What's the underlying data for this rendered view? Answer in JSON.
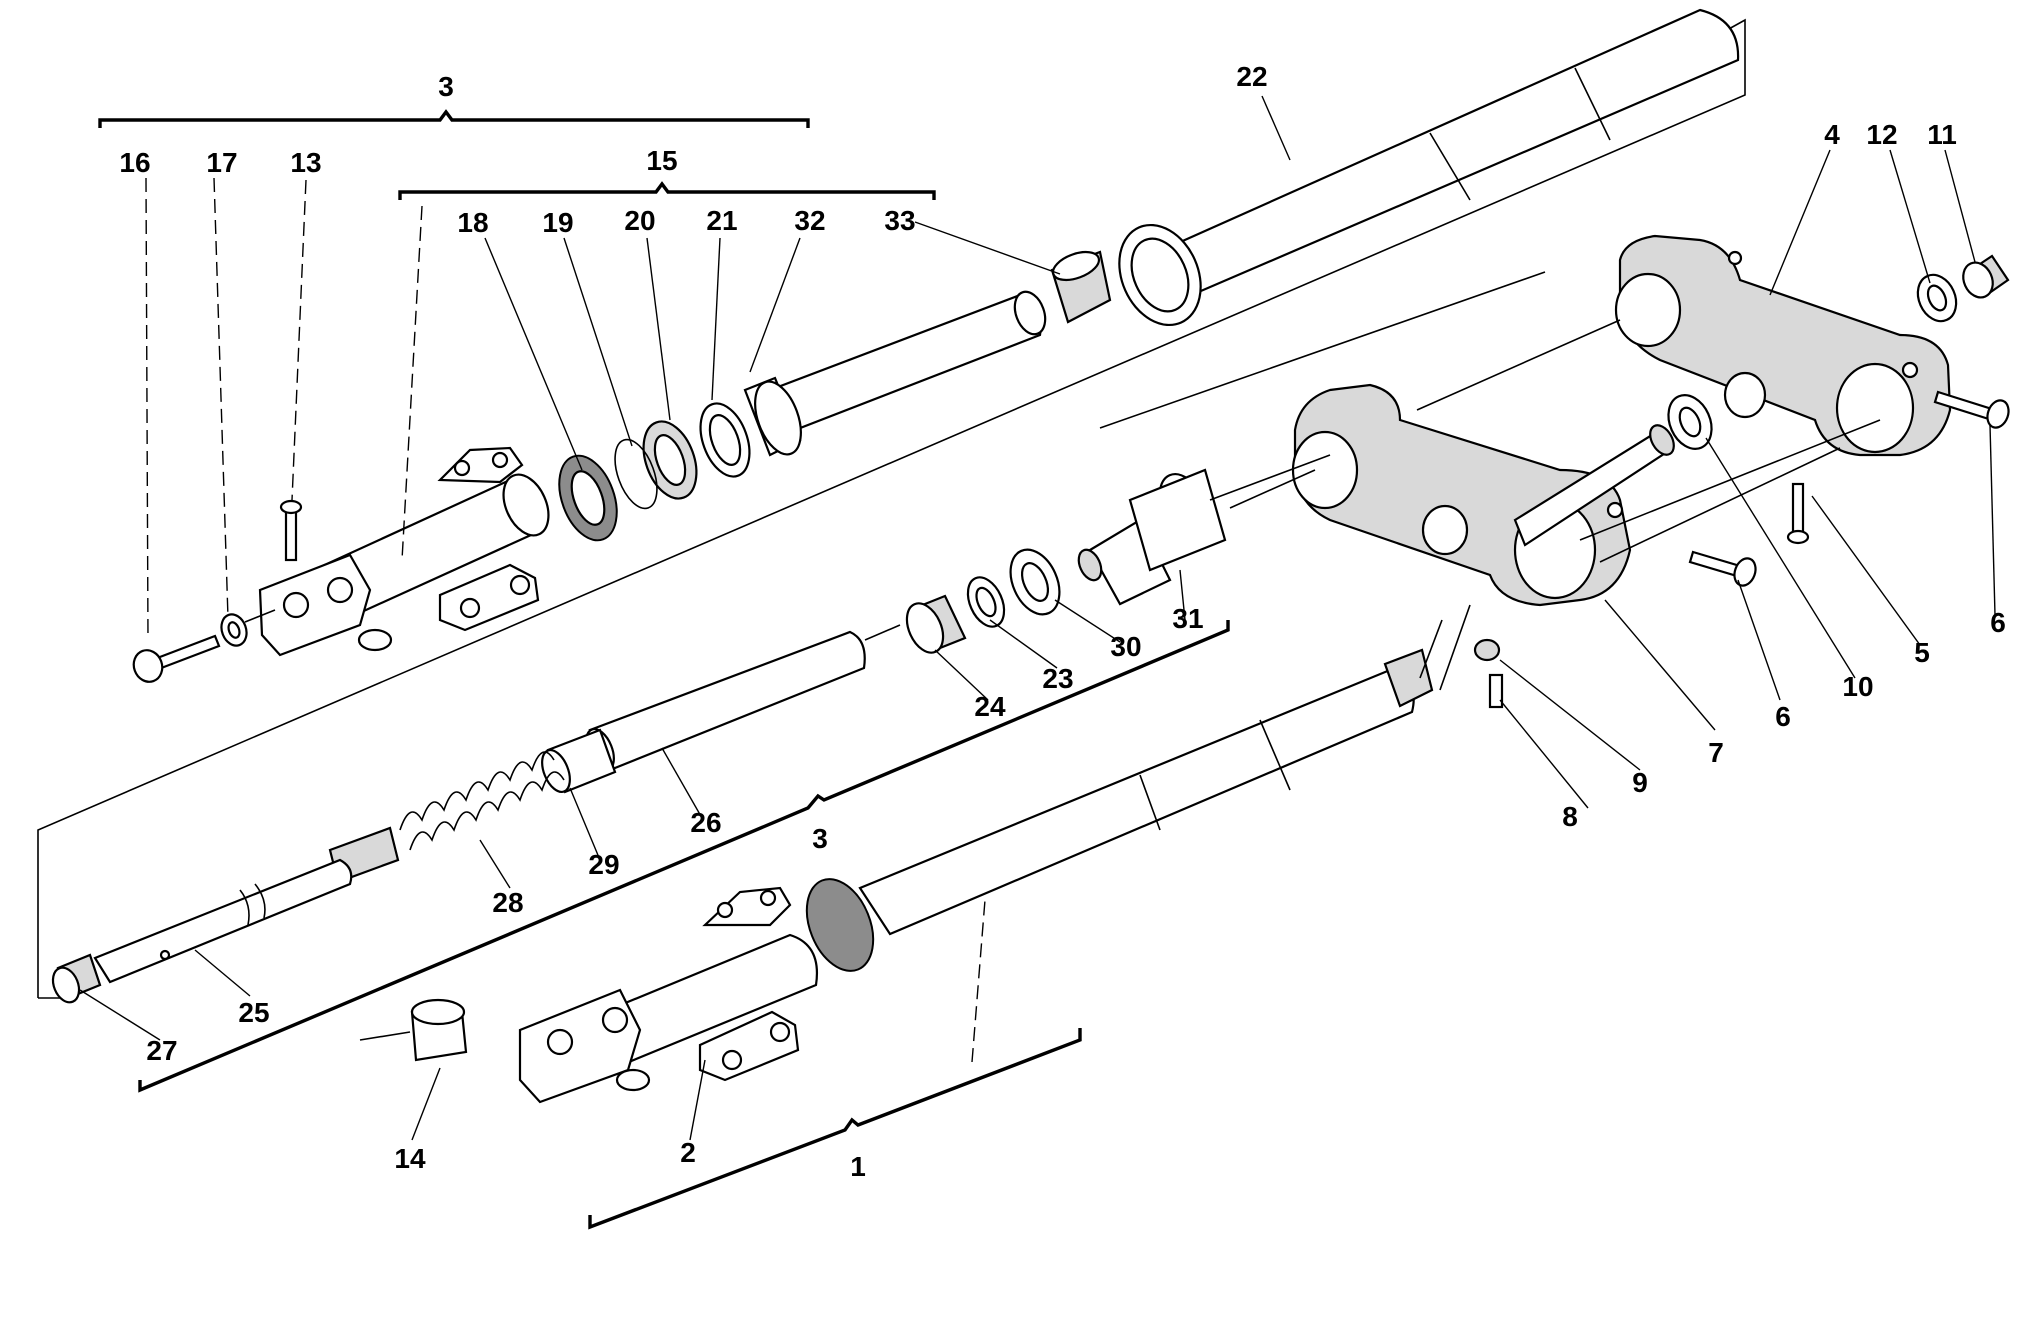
{
  "callouts": {
    "c1": "1",
    "c2": "2",
    "c3a": "3",
    "c3b": "3",
    "c4": "4",
    "c5": "5",
    "c6a": "6",
    "c6b": "6",
    "c7": "7",
    "c8": "8",
    "c9": "9",
    "c10": "10",
    "c11": "11",
    "c12": "12",
    "c13": "13",
    "c14": "14",
    "c15": "15",
    "c16": "16",
    "c17": "17",
    "c18": "18",
    "c19": "19",
    "c20": "20",
    "c21": "21",
    "c22": "22",
    "c23": "23",
    "c24": "24",
    "c25": "25",
    "c26": "26",
    "c27": "27",
    "c28": "28",
    "c29": "29",
    "c30": "30",
    "c31": "31",
    "c32": "32",
    "c33": "33"
  },
  "colors": {
    "line": "#000000",
    "shade": "#d9d9d9",
    "dark": "#8c8c8c",
    "background": "#ffffff"
  }
}
